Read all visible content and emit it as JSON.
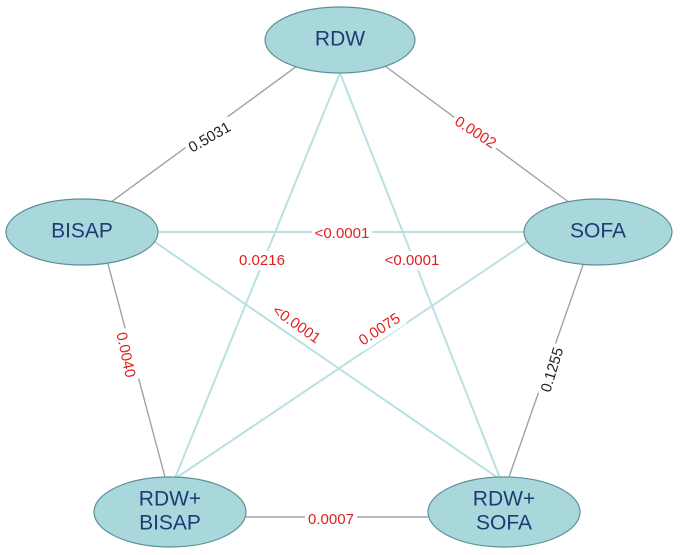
{
  "colors": {
    "node_fill": "#a9d8dc",
    "node_text": "#1f3b73",
    "edge_outer": "#9aa5a6",
    "edge_inner": "#b9e1e4",
    "label_significant": "#e02020",
    "label_nonsignificant": "#222222"
  },
  "nodes": {
    "rdw": {
      "lines": [
        "RDW"
      ]
    },
    "bisap": {
      "lines": [
        "BISAP"
      ]
    },
    "sofa": {
      "lines": [
        "SOFA"
      ]
    },
    "rdw_bisap": {
      "lines": [
        "RDW+",
        "BISAP"
      ]
    },
    "rdw_sofa": {
      "lines": [
        "RDW+",
        "SOFA"
      ]
    }
  },
  "edges": [
    {
      "id": "rdw-bisap",
      "from": "rdw",
      "to": "bisap",
      "label": "0.5031",
      "significant": false
    },
    {
      "id": "rdw-sofa",
      "from": "rdw",
      "to": "sofa",
      "label": "0.0002",
      "significant": true
    },
    {
      "id": "bisap-sofa",
      "from": "bisap",
      "to": "sofa",
      "label": "<0.0001",
      "significant": true
    },
    {
      "id": "rdw-rdwbisap",
      "from": "rdw",
      "to": "rdw_bisap",
      "label": "0.0216",
      "significant": true
    },
    {
      "id": "rdw-rdwsofa",
      "from": "rdw",
      "to": "rdw_sofa",
      "label": "<0.0001",
      "significant": true
    },
    {
      "id": "bisap-rdwsofa",
      "from": "bisap",
      "to": "rdw_sofa",
      "label": "<0.0001",
      "significant": true
    },
    {
      "id": "sofa-rdwbisap",
      "from": "sofa",
      "to": "rdw_bisap",
      "label": "0.0075",
      "significant": true
    },
    {
      "id": "bisap-rdwbisap",
      "from": "bisap",
      "to": "rdw_bisap",
      "label": "0.0040",
      "significant": true
    },
    {
      "id": "sofa-rdwsofa",
      "from": "sofa",
      "to": "rdw_sofa",
      "label": "0.1255",
      "significant": false
    },
    {
      "id": "rdwbisap-rdwsofa",
      "from": "rdw_bisap",
      "to": "rdw_sofa",
      "label": "0.0007",
      "significant": true
    }
  ]
}
